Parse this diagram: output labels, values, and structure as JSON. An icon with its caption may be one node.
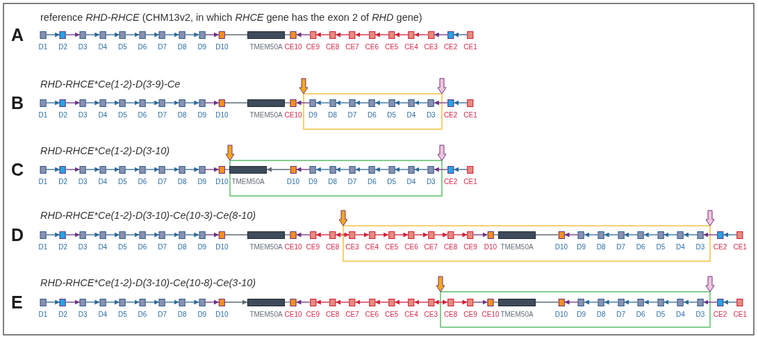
{
  "diagram": {
    "nodes": [
      {
        "text": [
          "D1"
        ]
      },
      {
        "text": [
          "D2"
        ]
      },
      {
        "text": [
          "D3"
        ]
      },
      {
        "text": [
          "D4"
        ]
      },
      {
        "text": [
          "D5"
        ]
      },
      {
        "text": [
          "D6"
        ]
      },
      {
        "text": [
          "D7"
        ]
      },
      {
        "text": [
          "D8"
        ]
      },
      {
        "text": [
          "D9"
        ]
      },
      {
        "text": [
          "D10"
        ]
      },
      {
        "text": [
          "TMEM50A"
        ]
      },
      {
        "text": [
          "CE10"
        ]
      },
      {
        "text": [
          "CE9"
        ]
      },
      {
        "text": [
          "CE8"
        ]
      },
      {
        "text": [
          "CE7"
        ]
      },
      {
        "text": [
          "CE6"
        ]
      },
      {
        "text": [
          "CE5"
        ]
      },
      {
        "text": [
          "CE4"
        ]
      },
      {
        "text": [
          "CE3"
        ]
      },
      {
        "text": [
          "CE2"
        ]
      },
      {
        "text": [
          "CE1"
        ]
      },
      {
        "text": [
          "D1"
        ]
      },
      {
        "text": [
          "D2"
        ]
      },
      {
        "text": [
          "D3"
        ]
      },
      {
        "text": [
          "D4"
        ]
      },
      {
        "text": [
          "D5"
        ]
      },
      {
        "text": [
          "D6"
        ]
      },
      {
        "text": [
          "D7"
        ]
      },
      {
        "text": [
          "D8"
        ]
      },
      {
        "text": [
          "D9"
        ]
      },
      {
        "text": [
          "D10"
        ]
      },
      {
        "text": [
          "TMEM50A"
        ]
      },
      {
        "text": [
          "CE10"
        ]
      },
      {
        "text": [
          "D9"
        ]
      },
      {
        "text": [
          "D8"
        ]
      },
      {
        "text": [
          "D7"
        ]
      },
      {
        "text": [
          "D6"
        ]
      },
      {
        "text": [
          "D5"
        ]
      },
      {
        "text": [
          "D4"
        ]
      },
      {
        "text": [
          "D3"
        ]
      },
      {
        "text": [
          "CE2"
        ]
      },
      {
        "text": [
          "CE1"
        ]
      },
      {
        "text": [
          "D1"
        ]
      },
      {
        "text": [
          "D2"
        ]
      },
      {
        "text": [
          "D3"
        ]
      },
      {
        "text": [
          "D4"
        ]
      },
      {
        "text": [
          "D5"
        ]
      },
      {
        "text": [
          "D6"
        ]
      },
      {
        "text": [
          "D7"
        ]
      },
      {
        "text": [
          "D8"
        ]
      },
      {
        "text": [
          "D9"
        ]
      },
      {
        "text": [
          "D10"
        ]
      },
      {
        "text": [
          "TMEM50A"
        ]
      },
      {
        "text": [
          "D10"
        ]
      },
      {
        "text": [
          "D9"
        ]
      },
      {
        "text": [
          "D8"
        ]
      },
      {
        "text": [
          "D7"
        ]
      },
      {
        "text": [
          "D6"
        ]
      },
      {
        "text": [
          "D5"
        ]
      },
      {
        "text": [
          "D4"
        ]
      },
      {
        "text": [
          "D3"
        ]
      },
      {
        "text": [
          "CE2"
        ]
      },
      {
        "text": [
          "CE1"
        ]
      },
      {
        "text": [
          "D1"
        ]
      },
      {
        "text": [
          "D2"
        ]
      },
      {
        "text": [
          "D3"
        ]
      },
      {
        "text": [
          "D4"
        ]
      },
      {
        "text": [
          "D5"
        ]
      },
      {
        "text": [
          "D6"
        ]
      },
      {
        "text": [
          "D7"
        ]
      },
      {
        "text": [
          "D8"
        ]
      },
      {
        "text": [
          "D9"
        ]
      },
      {
        "text": [
          "D10"
        ]
      },
      {
        "text": [
          "TMEM50A"
        ]
      },
      {
        "text": [
          "CE10"
        ]
      },
      {
        "text": [
          "CE9"
        ]
      },
      {
        "text": [
          "CE8"
        ]
      },
      {
        "text": [
          "CE3"
        ]
      },
      {
        "text": [
          "CE4"
        ]
      },
      {
        "text": [
          "CE5"
        ]
      },
      {
        "text": [
          "CE6"
        ]
      },
      {
        "text": [
          "CE7"
        ]
      },
      {
        "text": [
          "CE8"
        ]
      },
      {
        "text": [
          "CE9"
        ]
      },
      {
        "text": [
          "D10"
        ]
      },
      {
        "text": [
          "TMEM50A"
        ]
      },
      {
        "text": [
          "D10"
        ]
      },
      {
        "text": [
          "D9"
        ]
      },
      {
        "text": [
          "D8"
        ]
      },
      {
        "text": [
          "D7"
        ]
      },
      {
        "text": [
          "D6"
        ]
      },
      {
        "text": [
          "D5"
        ]
      },
      {
        "text": [
          "D4"
        ]
      },
      {
        "text": [
          "D3"
        ]
      },
      {
        "text": [
          "CE2"
        ]
      },
      {
        "text": [
          "CE1"
        ]
      },
      {
        "text": [
          "D1"
        ]
      },
      {
        "text": [
          "D2"
        ]
      },
      {
        "text": [
          "D3"
        ]
      },
      {
        "text": [
          "D4"
        ]
      },
      {
        "text": [
          "D5"
        ]
      },
      {
        "text": [
          "D6"
        ]
      },
      {
        "text": [
          "D7"
        ]
      },
      {
        "text": [
          "D8"
        ]
      },
      {
        "text": [
          "D9"
        ]
      },
      {
        "text": [
          "D10"
        ]
      },
      {
        "text": [
          "TMEM50A"
        ]
      },
      {
        "text": [
          "CE10"
        ]
      },
      {
        "text": [
          "CE9"
        ]
      },
      {
        "text": [
          "CE8"
        ]
      },
      {
        "text": [
          "CE7"
        ]
      },
      {
        "text": [
          "CE6"
        ]
      },
      {
        "text": [
          "CE5"
        ]
      },
      {
        "text": [
          "CE4"
        ]
      },
      {
        "text": [
          "CE3"
        ]
      },
      {
        "text": [
          "CE8"
        ]
      },
      {
        "text": [
          "CE9"
        ]
      },
      {
        "text": [
          "CE10"
        ]
      },
      {
        "text": [
          "TMEM50A"
        ]
      },
      {
        "text": [
          "D10"
        ]
      },
      {
        "text": [
          "D9"
        ]
      },
      {
        "text": [
          "D8"
        ]
      },
      {
        "text": [
          "D7"
        ]
      },
      {
        "text": [
          "D6"
        ]
      },
      {
        "text": [
          "D5"
        ]
      },
      {
        "text": [
          "D4"
        ]
      },
      {
        "text": [
          "D3"
        ]
      },
      {
        "text": [
          "CE2"
        ]
      },
      {
        "text": [
          "CE1"
        ]
      }
    ],
    "edges": [
      {
        "from": 0,
        "to": 1,
        "arrow": "to"
      },
      {
        "from": 1,
        "to": 2,
        "arrow": "to",
        "color": "#6b3285"
      },
      {
        "from": 2,
        "to": 3,
        "arrow": "to"
      },
      {
        "from": 3,
        "to": 4,
        "arrow": "to"
      },
      {
        "from": 4,
        "to": 5,
        "arrow": "to"
      },
      {
        "from": 5,
        "to": 6,
        "arrow": "to"
      },
      {
        "from": 6,
        "to": 7,
        "arrow": "to"
      },
      {
        "from": 7,
        "to": 8,
        "arrow": "to"
      },
      {
        "from": 8,
        "to": 9,
        "arrow": "to",
        "color": "#6b3285"
      },
      {
        "from": 9,
        "to": 10,
        "arrow": "none",
        "color": "#5f6a74"
      },
      {
        "from": 10,
        "to": 11,
        "arrow": "none",
        "color": "#5f6a74"
      },
      {
        "from": 12,
        "to": 11,
        "arrow": "to",
        "color": "#6b3285"
      },
      {
        "from": 13,
        "to": 12,
        "arrow": "to",
        "color": "#d0203a"
      },
      {
        "from": 14,
        "to": 13,
        "arrow": "to",
        "color": "#d0203a"
      },
      {
        "from": 15,
        "to": 14,
        "arrow": "to",
        "color": "#d0203a"
      },
      {
        "from": 16,
        "to": 15,
        "arrow": "to",
        "color": "#d0203a"
      },
      {
        "from": 17,
        "to": 16,
        "arrow": "to",
        "color": "#d0203a"
      },
      {
        "from": 18,
        "to": 17,
        "arrow": "to",
        "color": "#d0203a"
      },
      {
        "from": 19,
        "to": 18,
        "arrow": "to",
        "color": "#6b3285"
      },
      {
        "from": 20,
        "to": 19,
        "arrow": "to"
      },
      {
        "from": 21,
        "to": 22,
        "arrow": "to"
      },
      {
        "from": 22,
        "to": 23,
        "arrow": "to",
        "color": "#6b3285"
      },
      {
        "from": 23,
        "to": 24,
        "arrow": "to"
      },
      {
        "from": 24,
        "to": 25,
        "arrow": "to"
      },
      {
        "from": 25,
        "to": 26,
        "arrow": "to"
      },
      {
        "from": 26,
        "to": 27,
        "arrow": "to"
      },
      {
        "from": 27,
        "to": 28,
        "arrow": "to"
      },
      {
        "from": 28,
        "to": 29,
        "arrow": "to"
      },
      {
        "from": 29,
        "to": 30,
        "arrow": "to",
        "color": "#6b3285"
      },
      {
        "from": 30,
        "to": 31,
        "arrow": "none",
        "color": "#5f6a74"
      },
      {
        "from": 31,
        "to": 32,
        "arrow": "none",
        "color": "#5f6a74"
      },
      {
        "from": 33,
        "to": 32,
        "arrow": "to",
        "color": "#6b3285"
      },
      {
        "from": 34,
        "to": 33,
        "arrow": "to"
      },
      {
        "from": 35,
        "to": 34,
        "arrow": "to"
      },
      {
        "from": 36,
        "to": 35,
        "arrow": "to"
      },
      {
        "from": 37,
        "to": 36,
        "arrow": "to"
      },
      {
        "from": 38,
        "to": 37,
        "arrow": "to"
      },
      {
        "from": 39,
        "to": 38,
        "arrow": "to"
      },
      {
        "from": 40,
        "to": 39,
        "arrow": "to",
        "color": "#6b3285"
      },
      {
        "from": 41,
        "to": 40,
        "arrow": "to"
      },
      {
        "from": 42,
        "to": 43,
        "arrow": "to"
      },
      {
        "from": 43,
        "to": 44,
        "arrow": "to",
        "color": "#6b3285"
      },
      {
        "from": 44,
        "to": 45,
        "arrow": "to"
      },
      {
        "from": 45,
        "to": 46,
        "arrow": "to"
      },
      {
        "from": 46,
        "to": 47,
        "arrow": "to"
      },
      {
        "from": 47,
        "to": 48,
        "arrow": "to"
      },
      {
        "from": 48,
        "to": 49,
        "arrow": "to"
      },
      {
        "from": 49,
        "to": 50,
        "arrow": "to"
      },
      {
        "from": 50,
        "to": 51,
        "arrow": "to",
        "color": "#6b3285"
      },
      {
        "from": 51,
        "to": 52,
        "arrow": "none",
        "color": "#5f6a74"
      },
      {
        "from": 53,
        "to": 52,
        "arrow": "to",
        "color": "#5f6a74"
      },
      {
        "from": 54,
        "to": 53,
        "arrow": "to",
        "color": "#6b3285"
      },
      {
        "from": 55,
        "to": 54,
        "arrow": "to"
      },
      {
        "from": 56,
        "to": 55,
        "arrow": "to"
      },
      {
        "from": 57,
        "to": 56,
        "arrow": "to"
      },
      {
        "from": 58,
        "to": 57,
        "arrow": "to"
      },
      {
        "from": 59,
        "to": 58,
        "arrow": "to"
      },
      {
        "from": 60,
        "to": 59,
        "arrow": "to"
      },
      {
        "from": 61,
        "to": 60,
        "arrow": "to",
        "color": "#6b3285"
      },
      {
        "from": 62,
        "to": 61,
        "arrow": "to"
      },
      {
        "from": 63,
        "to": 64,
        "arrow": "to"
      },
      {
        "from": 64,
        "to": 65,
        "arrow": "to",
        "color": "#6b3285"
      },
      {
        "from": 65,
        "to": 66,
        "arrow": "to"
      },
      {
        "from": 66,
        "to": 67,
        "arrow": "to"
      },
      {
        "from": 67,
        "to": 68,
        "arrow": "to"
      },
      {
        "from": 68,
        "to": 69,
        "arrow": "to"
      },
      {
        "from": 69,
        "to": 70,
        "arrow": "to"
      },
      {
        "from": 70,
        "to": 71,
        "arrow": "to"
      },
      {
        "from": 71,
        "to": 72,
        "arrow": "to",
        "color": "#6b3285"
      },
      {
        "from": 72,
        "to": 73,
        "arrow": "none",
        "color": "#5f6a74"
      },
      {
        "from": 73,
        "to": 74,
        "arrow": "none",
        "color": "#5f6a74"
      },
      {
        "from": 75,
        "to": 74,
        "arrow": "to",
        "color": "#6b3285"
      },
      {
        "from": 76,
        "to": 75,
        "arrow": "to",
        "color": "#d0203a"
      },
      {
        "from": 76,
        "to": 77,
        "arrow": "both",
        "color": "#d0203a"
      },
      {
        "from": 77,
        "to": 78,
        "arrow": "to",
        "color": "#d0203a"
      },
      {
        "from": 78,
        "to": 79,
        "arrow": "to",
        "color": "#d0203a"
      },
      {
        "from": 79,
        "to": 80,
        "arrow": "to",
        "color": "#d0203a"
      },
      {
        "from": 80,
        "to": 81,
        "arrow": "to",
        "color": "#d0203a"
      },
      {
        "from": 81,
        "to": 82,
        "arrow": "to",
        "color": "#d0203a"
      },
      {
        "from": 82,
        "to": 83,
        "arrow": "to",
        "color": "#d0203a"
      },
      {
        "from": 83,
        "to": 84,
        "arrow": "to",
        "color": "#6b3285"
      },
      {
        "from": 84,
        "to": 85,
        "arrow": "none",
        "color": "#5f6a74"
      },
      {
        "from": 85,
        "to": 86,
        "arrow": "none",
        "color": "#5f6a74"
      },
      {
        "from": 87,
        "to": 86,
        "arrow": "to",
        "color": "#6b3285"
      },
      {
        "from": 88,
        "to": 87,
        "arrow": "to"
      },
      {
        "from": 89,
        "to": 88,
        "arrow": "to"
      },
      {
        "from": 90,
        "to": 89,
        "arrow": "to"
      },
      {
        "from": 91,
        "to": 90,
        "arrow": "to"
      },
      {
        "from": 92,
        "to": 91,
        "arrow": "to"
      },
      {
        "from": 93,
        "to": 92,
        "arrow": "to"
      },
      {
        "from": 94,
        "to": 93,
        "arrow": "to",
        "color": "#6b3285"
      },
      {
        "from": 95,
        "to": 94,
        "arrow": "to"
      },
      {
        "from": 96,
        "to": 97,
        "arrow": "to"
      },
      {
        "from": 97,
        "to": 98,
        "arrow": "to",
        "color": "#6b3285"
      },
      {
        "from": 98,
        "to": 99,
        "arrow": "to"
      },
      {
        "from": 99,
        "to": 100,
        "arrow": "to"
      },
      {
        "from": 100,
        "to": 101,
        "arrow": "to"
      },
      {
        "from": 101,
        "to": 102,
        "arrow": "to"
      },
      {
        "from": 102,
        "to": 103,
        "arrow": "to"
      },
      {
        "from": 103,
        "to": 104,
        "arrow": "to"
      },
      {
        "from": 104,
        "to": 105,
        "arrow": "to",
        "color": "#6b3285"
      },
      {
        "from": 105,
        "to": 106,
        "arrow": "to",
        "color": "#5f6a74"
      },
      {
        "from": 106,
        "to": 107,
        "arrow": "none",
        "color": "#5f6a74"
      },
      {
        "from": 108,
        "to": 107,
        "arrow": "to",
        "color": "#6b3285"
      },
      {
        "from": 109,
        "to": 108,
        "arrow": "to",
        "color": "#d0203a"
      },
      {
        "from": 110,
        "to": 109,
        "arrow": "to",
        "color": "#d0203a"
      },
      {
        "from": 111,
        "to": 110,
        "arrow": "to",
        "color": "#d0203a"
      },
      {
        "from": 112,
        "to": 111,
        "arrow": "to",
        "color": "#d0203a"
      },
      {
        "from": 113,
        "to": 112,
        "arrow": "to",
        "color": "#d0203a"
      },
      {
        "from": 114,
        "to": 113,
        "arrow": "to",
        "color": "#d0203a"
      },
      {
        "from": 114,
        "to": 115,
        "arrow": "both",
        "color": "#d0203a"
      },
      {
        "from": 115,
        "to": 116,
        "arrow": "to",
        "color": "#d0203a"
      },
      {
        "from": 116,
        "to": 117,
        "arrow": "to",
        "color": "#6b3285"
      },
      {
        "from": 117,
        "to": 118,
        "arrow": "none",
        "color": "#5f6a74"
      },
      {
        "from": 118,
        "to": 119,
        "arrow": "none",
        "color": "#5f6a74"
      },
      {
        "from": 120,
        "to": 119,
        "arrow": "to",
        "color": "#6b3285"
      },
      {
        "from": 121,
        "to": 120,
        "arrow": "to"
      },
      {
        "from": 122,
        "to": 121,
        "arrow": "to"
      },
      {
        "from": 123,
        "to": 122,
        "arrow": "to"
      },
      {
        "from": 124,
        "to": 123,
        "arrow": "to"
      },
      {
        "from": 125,
        "to": 124,
        "arrow": "to"
      },
      {
        "from": 126,
        "to": 125,
        "arrow": "to"
      },
      {
        "from": 127,
        "to": 126,
        "arrow": "to",
        "color": "#6b3285"
      },
      {
        "from": 128,
        "to": 127,
        "arrow": "to"
      }
    ],
    "labels": [
      "reference *RHD-RHCE* (CHM13v2, in which *RHCE* gene has the exon 2 of *RHD* gene)",
      "A",
      "RHD-RHCE*Ce(1-2)-D(3-9)-Ce",
      "B",
      "RHD-RHCE*Ce(1-2)-D(3-10)",
      "C",
      "RHD-RHCE*Ce(1-2)-D(3-10)-Ce(10-3)-Ce(8-10)",
      "D",
      "RHD-RHCE*Ce(1-2)-D(3-10)-Ce(10-8)-Ce(3-10)",
      "E"
    ]
  }
}
